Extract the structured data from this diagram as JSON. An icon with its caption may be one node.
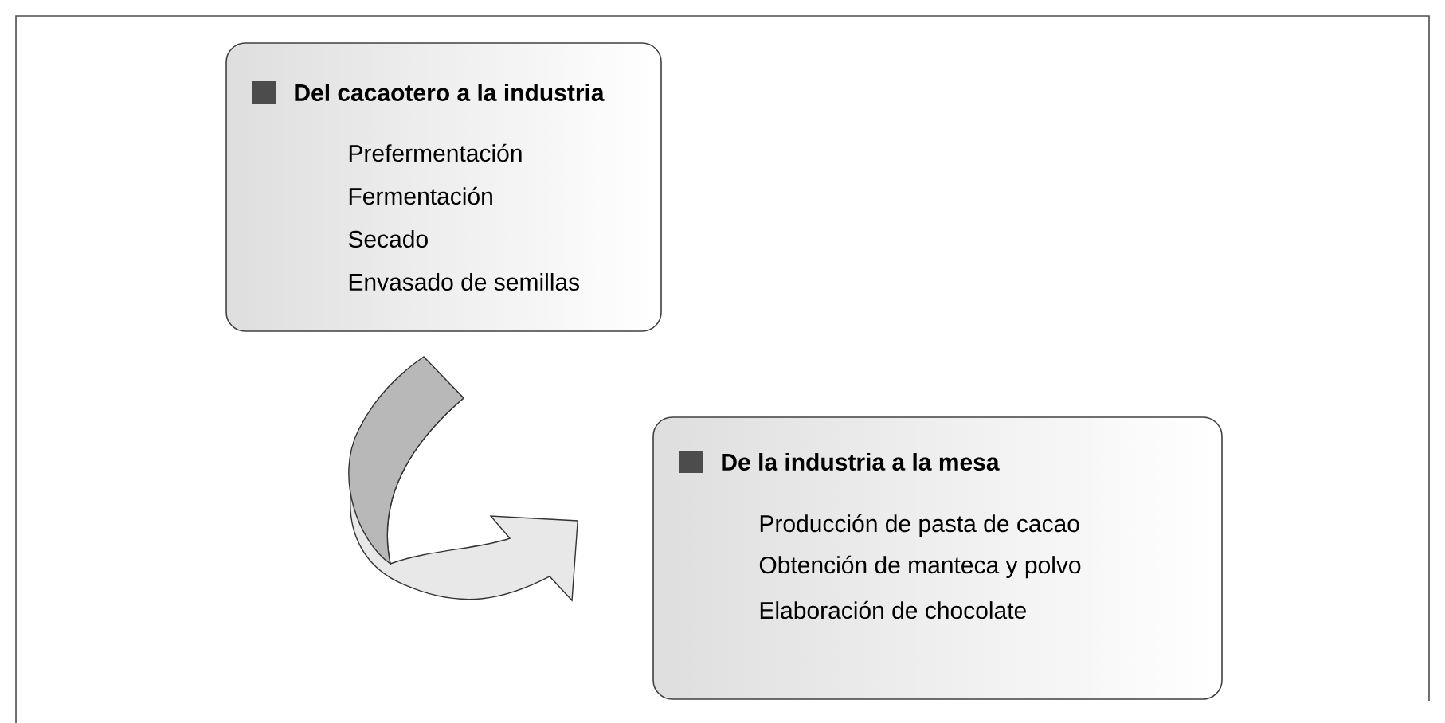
{
  "diagram": {
    "nodes": [
      {
        "text": [
          "Del cacaotero a la industria",
          "Prefermentación",
          "Fermentación",
          "Secado",
          "Envasado de semillas"
        ]
      },
      {
        "text": [
          "De la industria a la mesa",
          "Producción de pasta de cacao",
          "Obtención de manteca y polvo",
          "Elaboración de chocolate"
        ]
      }
    ],
    "edges": [
      {
        "from": 0,
        "to": 1,
        "arrow": "to"
      }
    ]
  }
}
